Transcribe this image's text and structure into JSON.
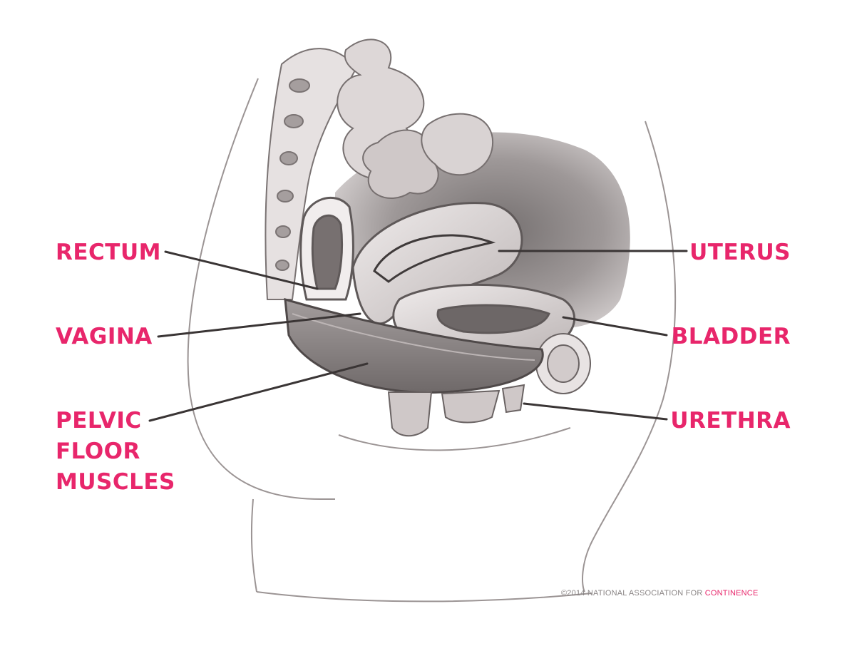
{
  "colors": {
    "label": "#e8266b",
    "line": "#3a3535",
    "credit": "#8a8585"
  },
  "labels": {
    "rectum": "RECTUM",
    "vagina": "VAGINA",
    "pelvic_floor": [
      "PELVIC",
      "FLOOR",
      "MUSCLES"
    ],
    "uterus": "UTERUS",
    "bladder": "BLADDER",
    "urethra": "URETHRA"
  },
  "credit": {
    "text": "©2014 NATIONAL ASSOCIATION FOR ",
    "accent": "CONTINENCE"
  }
}
